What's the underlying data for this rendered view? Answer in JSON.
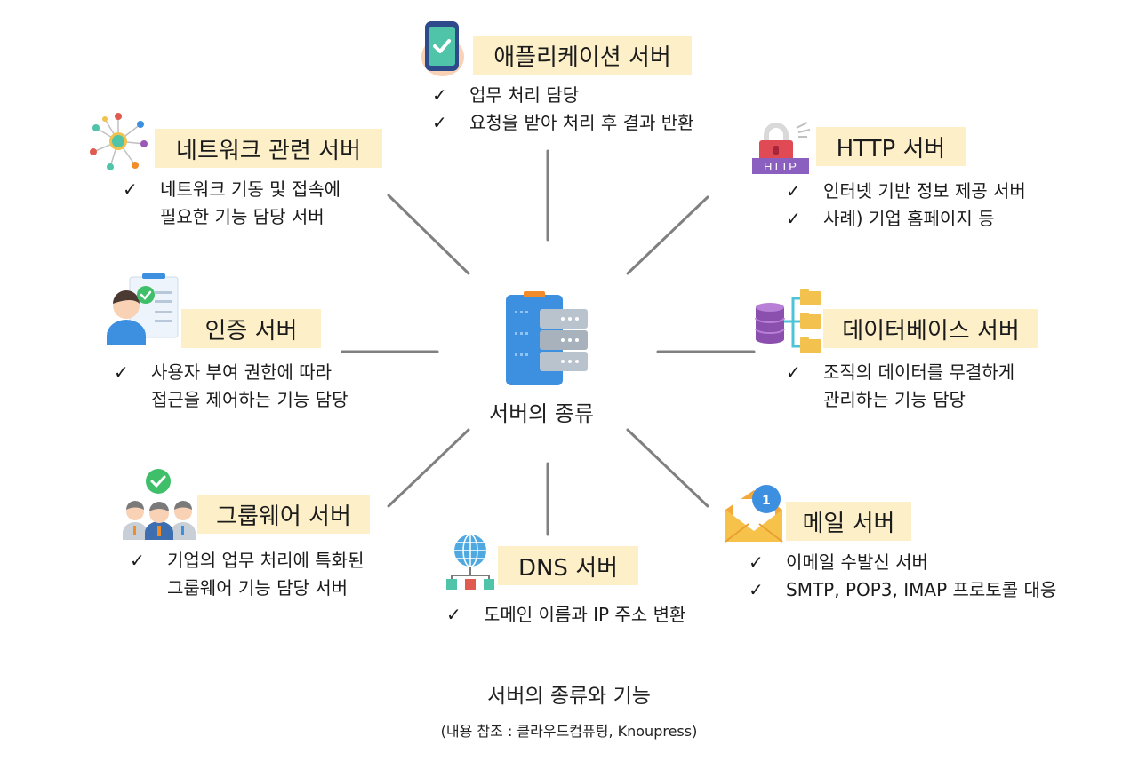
{
  "center": {
    "label": "서버의 종류",
    "icon": "server-icon"
  },
  "check_mark": "✓",
  "nodes": [
    {
      "id": "application",
      "title": "애플리케이션 서버",
      "icon": "smartphone-check-icon",
      "items": [
        "업무 처리 담당",
        "요청을 받아 처리 후 결과 반환"
      ]
    },
    {
      "id": "network",
      "title": "네트워크 관련 서버",
      "icon": "network-nodes-icon",
      "items": [
        "네트워크 기동 및 접속에\n필요한 기능 담당 서버"
      ]
    },
    {
      "id": "http",
      "title": "HTTP 서버",
      "icon": "http-lock-icon",
      "icon_text": "HTTP",
      "items": [
        "인터넷 기반 정보 제공 서버",
        "사례) 기업 홈페이지 등"
      ]
    },
    {
      "id": "auth",
      "title": "인증 서버",
      "icon": "user-checklist-icon",
      "items": [
        "사용자 부여 권한에 따라\n접근을 제어하는 기능 담당"
      ]
    },
    {
      "id": "database",
      "title": "데이터베이스 서버",
      "icon": "database-folders-icon",
      "items": [
        "조직의 데이터를 무결하게\n관리하는 기능 담당"
      ]
    },
    {
      "id": "groupware",
      "title": "그룹웨어 서버",
      "icon": "team-check-icon",
      "items": [
        "기업의 업무 처리에 특화된\n그룹웨어 기능 담당 서버"
      ]
    },
    {
      "id": "dns",
      "title": "DNS 서버",
      "icon": "globe-network-icon",
      "items": [
        "도메인 이름과 IP 주소 변환"
      ]
    },
    {
      "id": "mail",
      "title": "메일 서버",
      "icon": "mail-notification-icon",
      "icon_badge": "1",
      "items": [
        "이메일 수발신 서버",
        "SMTP, POP3, IMAP 프로토콜 대응"
      ]
    }
  ],
  "caption": {
    "title": "서버의 종류와 기능",
    "source": "(내용 참조 : 클라우드컴퓨팅, Knoupress)"
  },
  "colors": {
    "title_bg": "#fdf0c9",
    "line": "#808080",
    "server_blue": "#3d8fe0",
    "accent_orange": "#f28c28"
  }
}
